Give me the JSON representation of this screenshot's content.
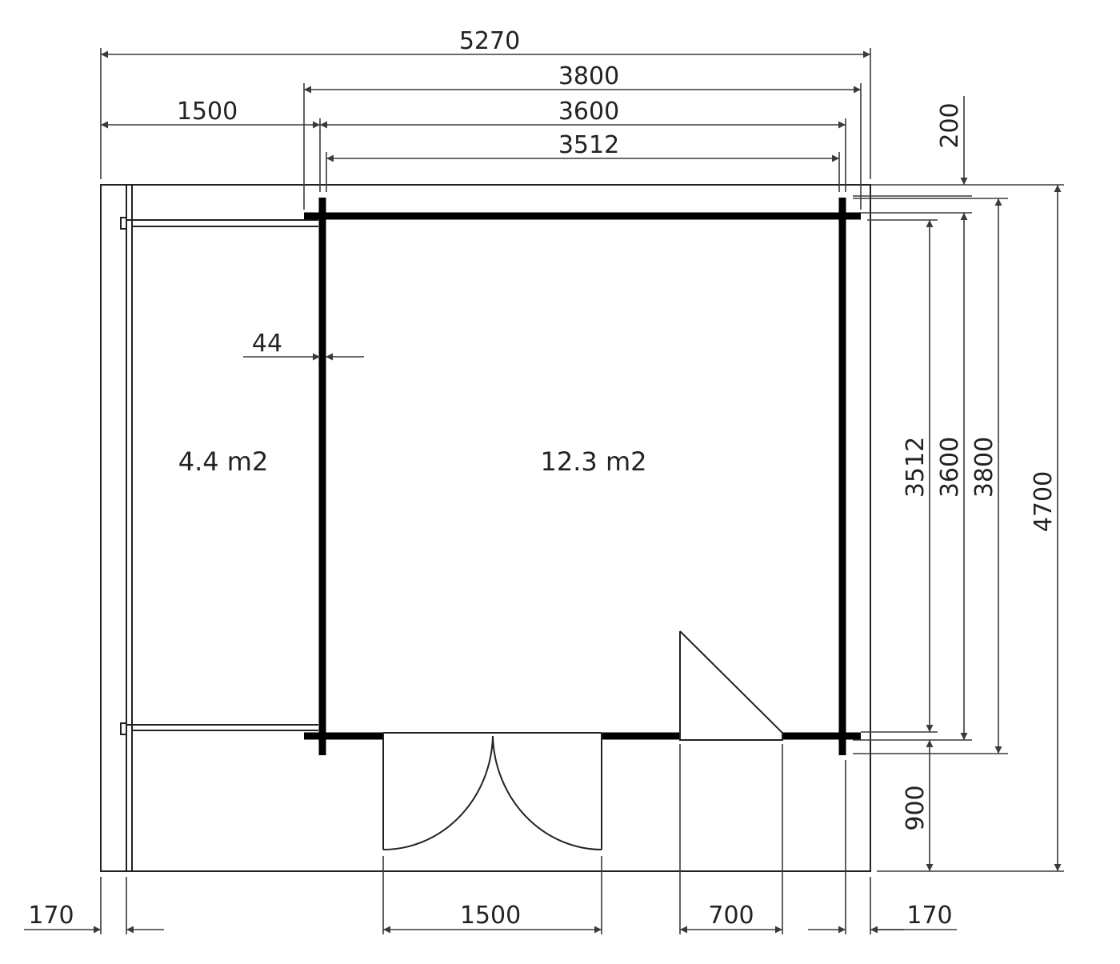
{
  "dimensions": {
    "total_width": "5270",
    "roof_width": "3800",
    "wall_width": "3600",
    "inner_width": "3512",
    "terrace_width": "1500",
    "overhang_top": "200",
    "wall_thickness": "44",
    "inner_depth": "3512",
    "wall_depth": "3600",
    "roof_depth": "3800",
    "total_depth": "4700",
    "terrace_depth": "900",
    "left_post": "170",
    "door_width": "1500",
    "window_width": "700",
    "right_overhang": "170"
  },
  "areas": {
    "terrace": "4.4 m2",
    "room": "12.3 m2"
  }
}
